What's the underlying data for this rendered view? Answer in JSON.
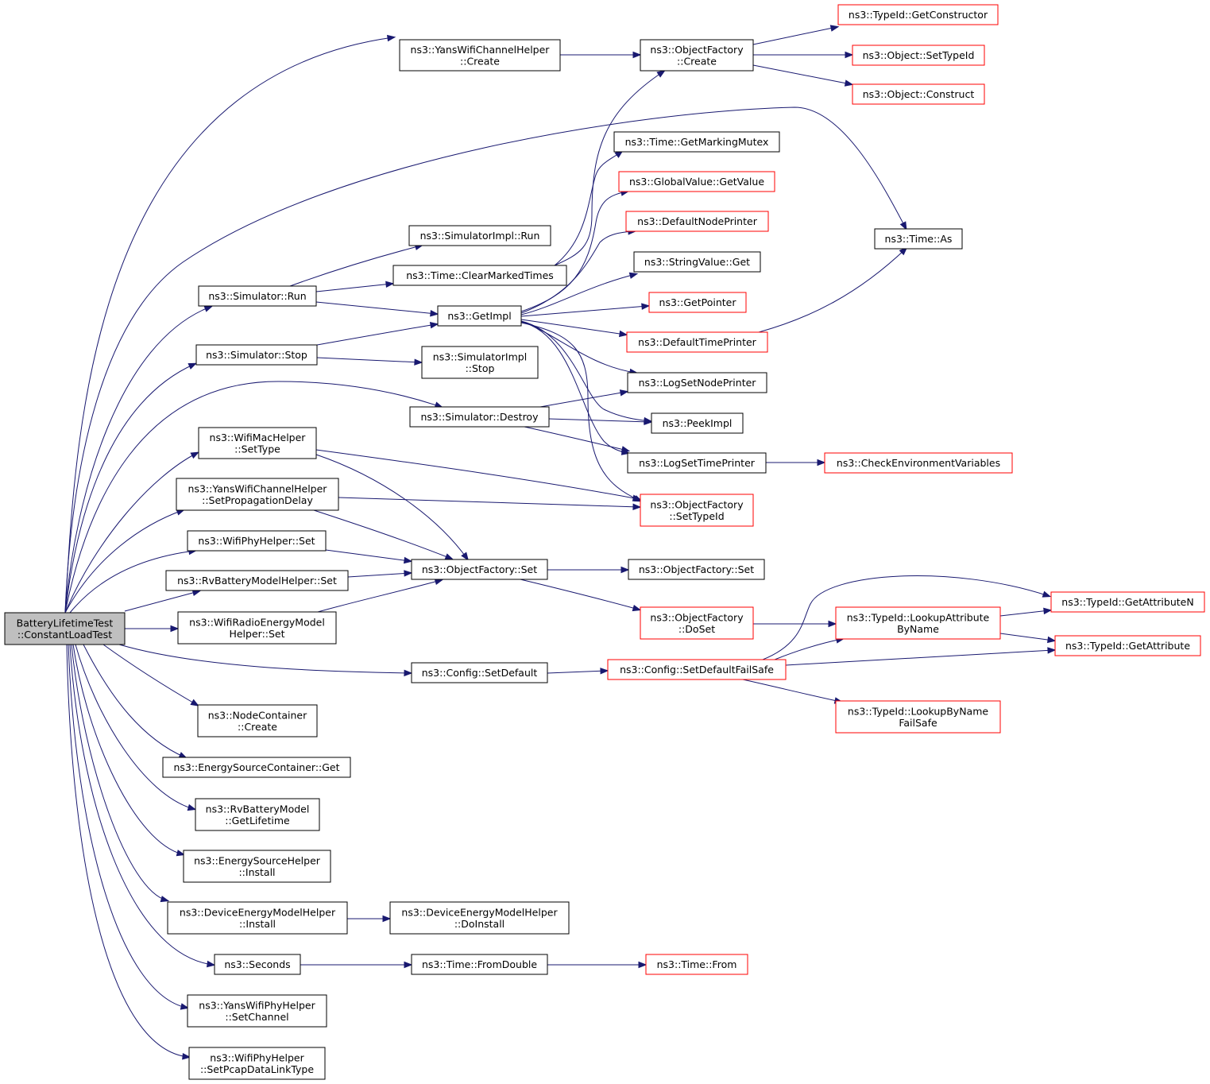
{
  "nodes": {
    "root": {
      "lines": [
        "BatteryLifetimeTest",
        "::ConstantLoadTest"
      ],
      "color": "root"
    },
    "yansCreate": {
      "lines": [
        "ns3::YansWifiChannelHelper",
        "::Create"
      ],
      "color": "black"
    },
    "ofCreate": {
      "lines": [
        "ns3::ObjectFactory",
        "::Create"
      ],
      "color": "black"
    },
    "tidGetCtor": {
      "lines": [
        "ns3::TypeId::GetConstructor"
      ],
      "color": "red"
    },
    "objSetTypeId": {
      "lines": [
        "ns3::Object::SetTypeId"
      ],
      "color": "red"
    },
    "objConstruct": {
      "lines": [
        "ns3::Object::Construct"
      ],
      "color": "red"
    },
    "getMarkingMutex": {
      "lines": [
        "ns3::Time::GetMarkingMutex"
      ],
      "color": "black"
    },
    "gvGetValue": {
      "lines": [
        "ns3::GlobalValue::GetValue"
      ],
      "color": "red"
    },
    "defNodePrinter": {
      "lines": [
        "ns3::DefaultNodePrinter"
      ],
      "color": "red"
    },
    "svGet": {
      "lines": [
        "ns3::StringValue::Get"
      ],
      "color": "black"
    },
    "getPointer": {
      "lines": [
        "ns3::GetPointer"
      ],
      "color": "red"
    },
    "defTimePrinter": {
      "lines": [
        "ns3::DefaultTimePrinter"
      ],
      "color": "red"
    },
    "logSetNodePrinter": {
      "lines": [
        "ns3::LogSetNodePrinter"
      ],
      "color": "black"
    },
    "peekImpl": {
      "lines": [
        "ns3::PeekImpl"
      ],
      "color": "black"
    },
    "logSetTimePrinter": {
      "lines": [
        "ns3::LogSetTimePrinter"
      ],
      "color": "black"
    },
    "checkEnv": {
      "lines": [
        "ns3::CheckEnvironmentVariables"
      ],
      "color": "red"
    },
    "ofSetTypeId": {
      "lines": [
        "ns3::ObjectFactory",
        "::SetTypeId"
      ],
      "color": "red"
    },
    "timeAs": {
      "lines": [
        "ns3::Time::As"
      ],
      "color": "black"
    },
    "simImplRun": {
      "lines": [
        "ns3::SimulatorImpl::Run"
      ],
      "color": "black"
    },
    "clearMarked": {
      "lines": [
        "ns3::Time::ClearMarkedTimes"
      ],
      "color": "black"
    },
    "simRun": {
      "lines": [
        "ns3::Simulator::Run"
      ],
      "color": "black"
    },
    "getImpl": {
      "lines": [
        "ns3::GetImpl"
      ],
      "color": "black"
    },
    "simStop": {
      "lines": [
        "ns3::Simulator::Stop"
      ],
      "color": "black"
    },
    "simImplStop": {
      "lines": [
        "ns3::SimulatorImpl",
        "::Stop"
      ],
      "color": "black"
    },
    "simDestroy": {
      "lines": [
        "ns3::Simulator::Destroy"
      ],
      "color": "black"
    },
    "macSetType": {
      "lines": [
        "ns3::WifiMacHelper",
        "::SetType"
      ],
      "color": "black"
    },
    "yansSetProp": {
      "lines": [
        "ns3::YansWifiChannelHelper",
        "::SetPropagationDelay"
      ],
      "color": "black"
    },
    "phySet": {
      "lines": [
        "ns3::WifiPhyHelper::Set"
      ],
      "color": "black"
    },
    "rvSet": {
      "lines": [
        "ns3::RvBatteryModelHelper::Set"
      ],
      "color": "black"
    },
    "radioSet": {
      "lines": [
        "ns3::WifiRadioEnergyModel",
        "Helper::Set"
      ],
      "color": "black"
    },
    "ofSetMid": {
      "lines": [
        "ns3::ObjectFactory::Set"
      ],
      "color": "black"
    },
    "ofSetRight": {
      "lines": [
        "ns3::ObjectFactory::Set"
      ],
      "color": "black"
    },
    "ofDoSet": {
      "lines": [
        "ns3::ObjectFactory",
        "::DoSet"
      ],
      "color": "red"
    },
    "tidGetAttrN": {
      "lines": [
        "ns3::TypeId::GetAttributeN"
      ],
      "color": "red"
    },
    "tidLookupAttr": {
      "lines": [
        "ns3::TypeId::LookupAttribute",
        "ByName"
      ],
      "color": "red"
    },
    "tidGetAttr": {
      "lines": [
        "ns3::TypeId::GetAttribute"
      ],
      "color": "red"
    },
    "cfgSetDefault": {
      "lines": [
        "ns3::Config::SetDefault"
      ],
      "color": "black"
    },
    "cfgSetDefaultFS": {
      "lines": [
        "ns3::Config::SetDefaultFailSafe"
      ],
      "color": "red"
    },
    "tidLookupByName": {
      "lines": [
        "ns3::TypeId::LookupByName",
        "FailSafe"
      ],
      "color": "red"
    },
    "ncCreate": {
      "lines": [
        "ns3::NodeContainer",
        "::Create"
      ],
      "color": "black"
    },
    "escGet": {
      "lines": [
        "ns3::EnergySourceContainer::Get"
      ],
      "color": "black"
    },
    "rvGetLifetime": {
      "lines": [
        "ns3::RvBatteryModel",
        "::GetLifetime"
      ],
      "color": "black"
    },
    "eshInstall": {
      "lines": [
        "ns3::EnergySourceHelper",
        "::Install"
      ],
      "color": "black"
    },
    "demhInstall": {
      "lines": [
        "ns3::DeviceEnergyModelHelper",
        "::Install"
      ],
      "color": "black"
    },
    "demhDoInstall": {
      "lines": [
        "ns3::DeviceEnergyModelHelper",
        "::DoInstall"
      ],
      "color": "black"
    },
    "seconds": {
      "lines": [
        "ns3::Seconds"
      ],
      "color": "black"
    },
    "fromDouble": {
      "lines": [
        "ns3::Time::FromDouble"
      ],
      "color": "black"
    },
    "timeFrom": {
      "lines": [
        "ns3::Time::From"
      ],
      "color": "red"
    },
    "yansPhySetChannel": {
      "lines": [
        "ns3::YansWifiPhyHelper",
        "::SetChannel"
      ],
      "color": "black"
    },
    "phySetPcap": {
      "lines": [
        "ns3::WifiPhyHelper",
        "::SetPcapDataLinkType"
      ],
      "color": "black"
    }
  },
  "colors": {
    "edge": "#191970",
    "red_border": "#ff0000",
    "black_border": "#000000",
    "root_fill": "#bfbfbf"
  }
}
